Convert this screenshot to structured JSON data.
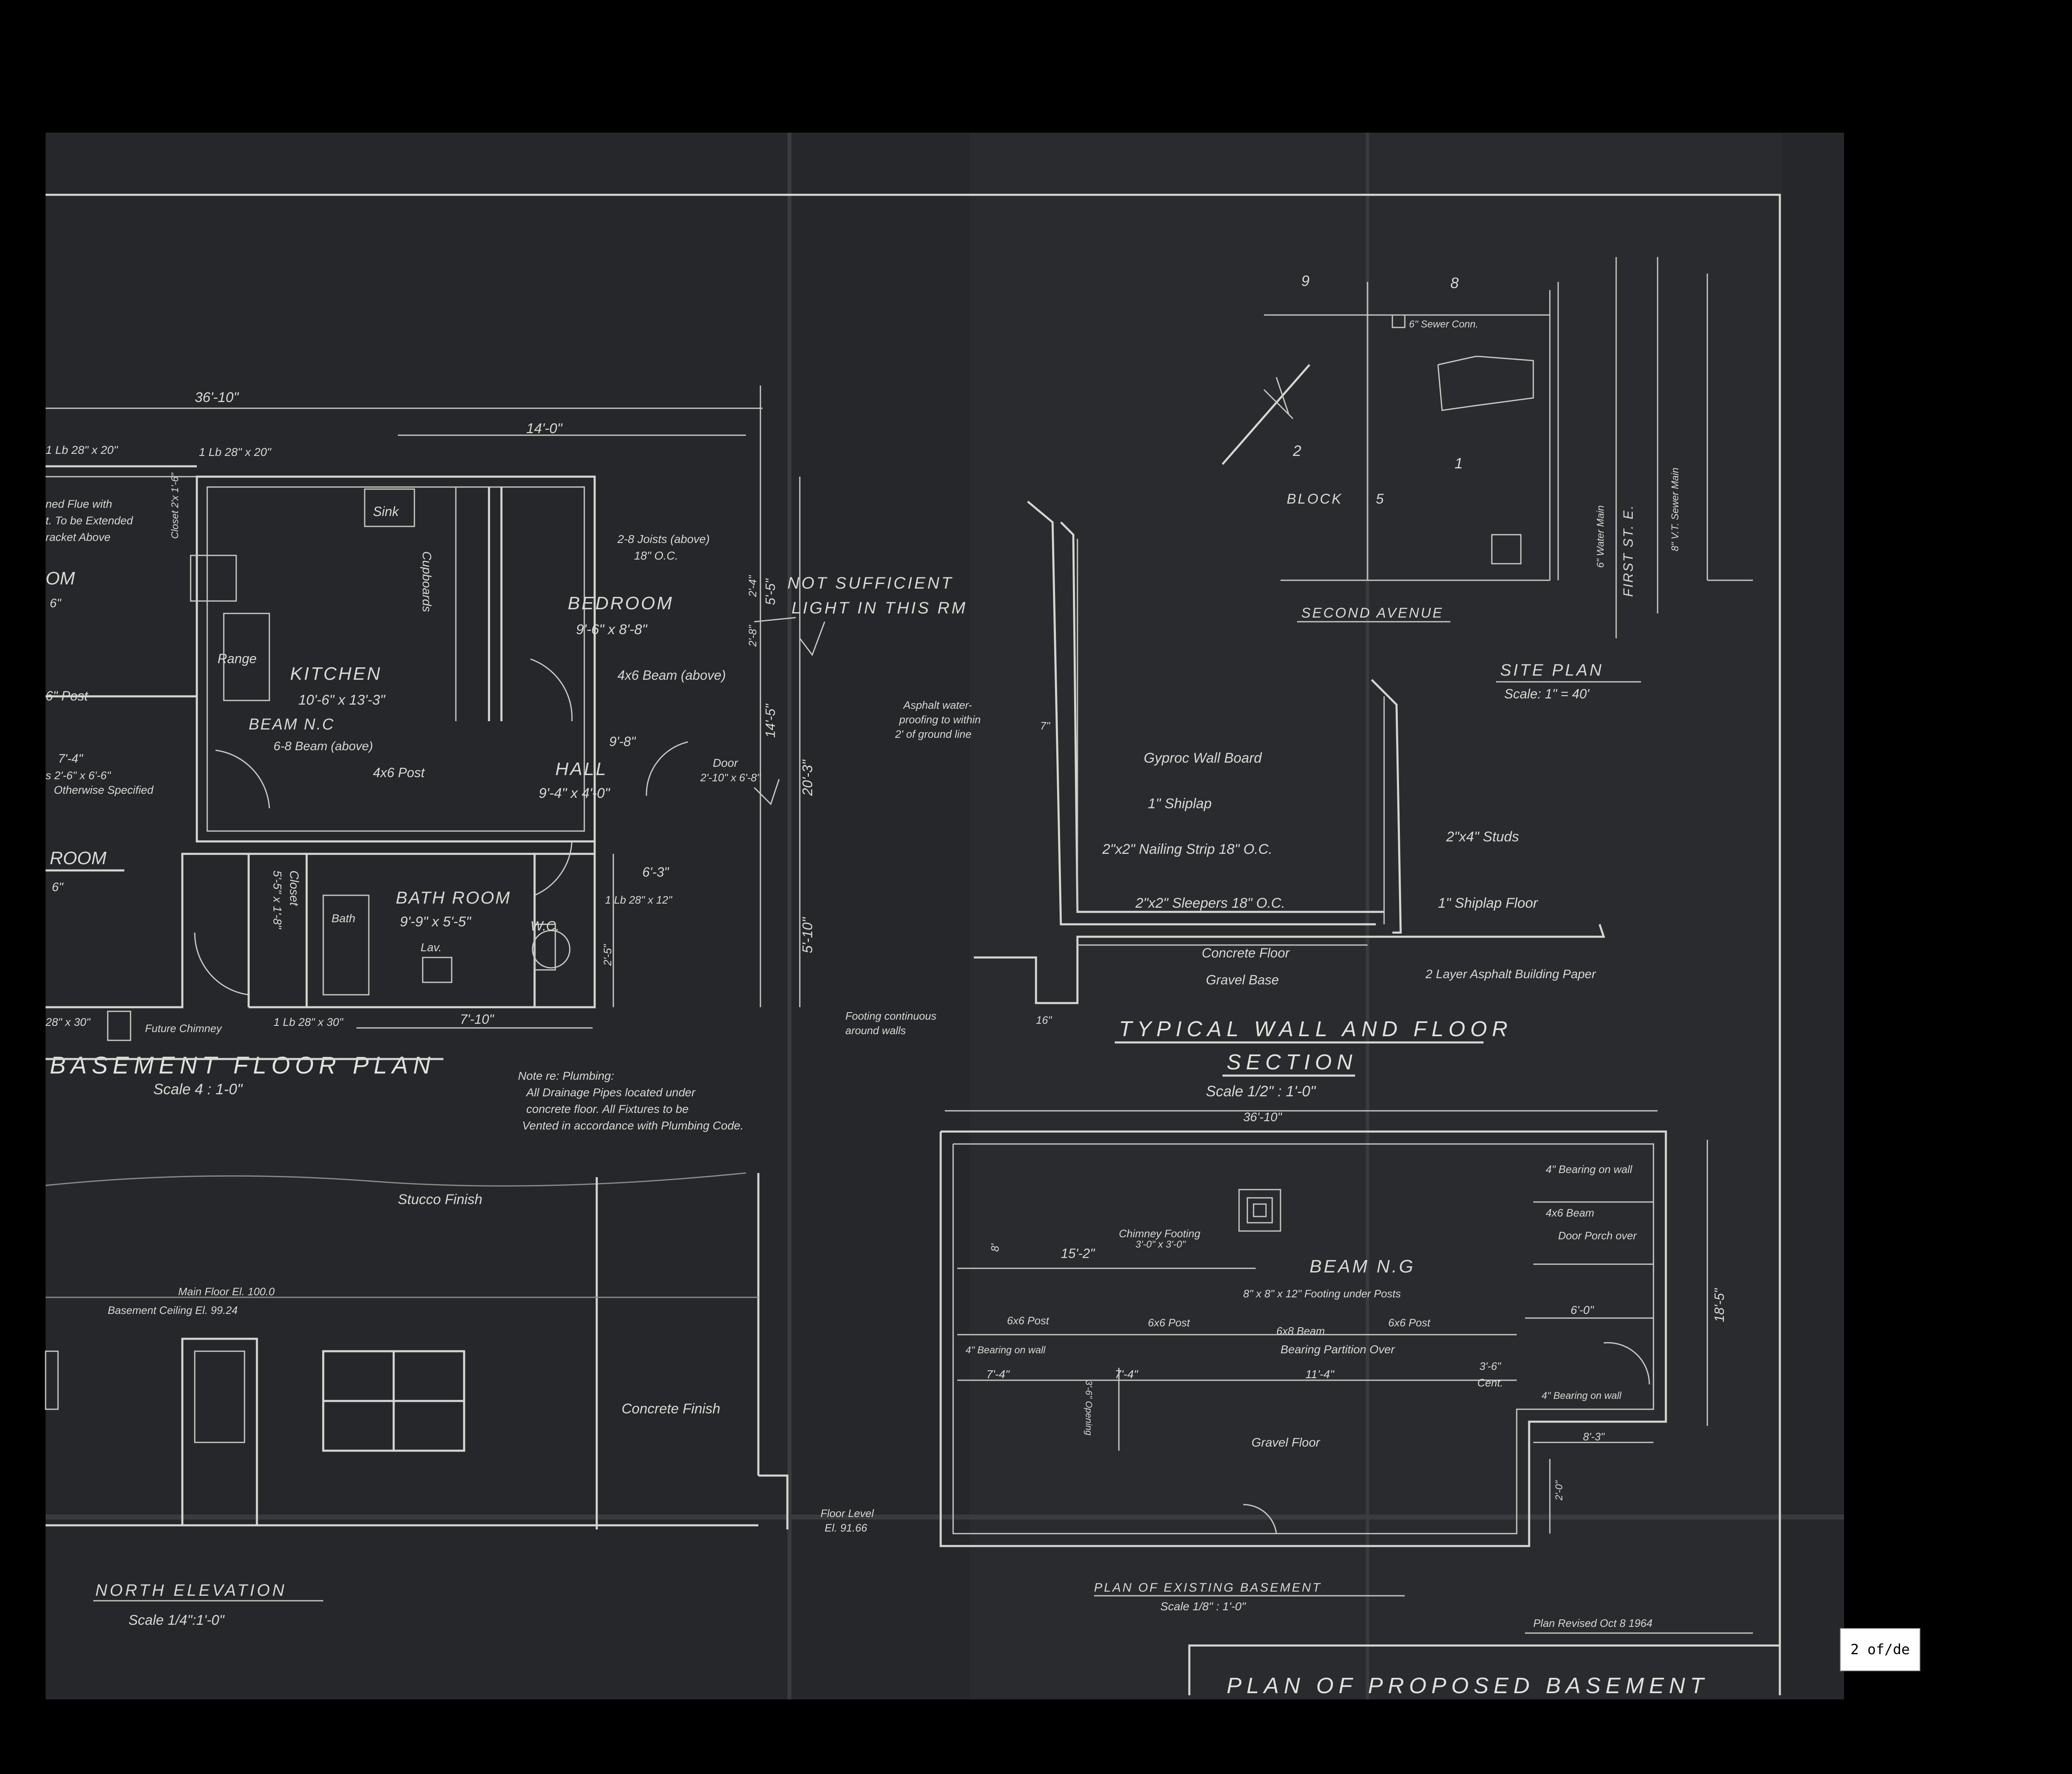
{
  "colors": {
    "paper": "#26272a",
    "ink": "#d9d9d4",
    "faint": "#8d8d8a",
    "background": "#000000"
  },
  "basement_plan": {
    "title": "BASEMENT FLOOR PLAN",
    "scale": "Scale 4 : 1-0\"",
    "dim_overall": "36'-10\"",
    "dim_14": "14'-0\"",
    "lb_window_top_left": "1 Lb 28\" x 20\"",
    "lb_window_top": "1 Lb 28\" x 20\"",
    "flue_note_1": "ned Flue with",
    "flue_note_2": "t. To be Extended",
    "flue_note_3": "racket Above",
    "room_partial_1": "OM",
    "room_partial_1_dim": "6\"",
    "post_partial": "6\" Post",
    "partial_dim_74": "7'-4\"",
    "partial_doors": "s 2'-6\" x 6'-6\"",
    "otherwise": "Otherwise Specified",
    "room_partial_2": "ROOM",
    "room_partial_2_dim": "6\"",
    "closet_top": "Closet 2'x 1'-6\"",
    "sink": "Sink",
    "cupboards": "Cupboards",
    "range": "Range",
    "kitchen": "KITCHEN",
    "kitchen_dim": "10'-6\" x 13'-3\"",
    "beam_nc": "BEAM N.C",
    "beam_68": "6-8 Beam (above)",
    "post_46": "4x6 Post",
    "joists": "2-8 Joists (above)",
    "joists_oc": "18\" O.C.",
    "bedroom": "BEDROOM",
    "bedroom_dim": "9'-6\" x 8'-8\"",
    "beam_46": "4x6 Beam (above)",
    "hall": "HALL",
    "hall_dim": "9'-4\" x 4'-0\"",
    "dim_98": "9'-8\"",
    "door": "Door",
    "door_dim": "2'-10\" x 6'-8\"",
    "closet": "Closet",
    "closet_dim": "5'-5\" x 1'-8\"",
    "bath": "Bath",
    "bathroom": "BATH ROOM",
    "bathroom_dim": "9'-9\" x 5'-5\"",
    "wc": "W.C.",
    "lav": "Lav.",
    "dim_63": "6'-3\"",
    "lb_window_right": "1 Lb 28\" x 12\"",
    "lb_window_bottom": "1 Lb 28\" x 30\"",
    "lb_window_bottom_left": "28\" x 30\"",
    "future_chimney": "Future Chimney",
    "dim_710": "7'-10\"",
    "dim_145": "14'-5\"",
    "dim_203": "20'-3\"",
    "dim_510": "5'-10\"",
    "dim_55": "5'-5\"",
    "dim_28": "2'-8\"",
    "dim_25": "2'-5\"",
    "dim_24": "2'-4\"",
    "plumbing_note_1": "Note re: Plumbing:",
    "plumbing_note_2": "All Drainage Pipes located under",
    "plumbing_note_3": "concrete floor. All Fixtures to be",
    "plumbing_note_4": "Vented in accordance with Plumbing Code.",
    "inspector_note_1": "NOT SUFFICIENT",
    "inspector_note_2": "LIGHT IN THIS RM"
  },
  "wall_section": {
    "title_1": "TYPICAL WALL AND FLOOR",
    "title_2": "SECTION",
    "scale": "Scale 1/2\" : 1'-0\"",
    "gyproc": "Gyproc Wall Board",
    "shiplap": "1\" Shiplap",
    "nailing": "2\"x2\" Nailing Strip 18\" O.C.",
    "sleepers": "2\"x2\" Sleepers 18\" O.C.",
    "concrete_floor": "Concrete Floor",
    "gravel_base": "Gravel Base",
    "studs": "2\"x4\" Studs",
    "shiplap_floor": "1\" Shiplap Floor",
    "building_paper": "2 Layer Asphalt Building Paper",
    "asphalt_note_1": "Asphalt water-",
    "asphalt_note_2": "proofing to within",
    "asphalt_note_3": "2' of ground line",
    "footing_note_1": "Footing continuous",
    "footing_note_2": "around walls",
    "dim_7": "7\"",
    "dim_16": "16\""
  },
  "site_plan": {
    "title": "SITE PLAN",
    "scale": "Scale: 1\" = 40'",
    "lot_9": "9",
    "lot_8": "8",
    "lot_2": "2",
    "lot_1": "1",
    "block": "BLOCK",
    "block_no": "5",
    "sewer": "6\" Sewer Conn.",
    "second_avenue": "SECOND AVENUE",
    "first_street": "FIRST ST. E.",
    "water_main": "6\" Water Main",
    "sewer_main": "8\" V.T. Sewer Main"
  },
  "existing_plan": {
    "title": "PLAN OF EXISTING BASEMENT",
    "scale": "Scale 1/8\" : 1'-0\"",
    "dim_top": "36'-10\"",
    "dim_right": "18'-5\"",
    "chimney": "Chimney Footing",
    "chimney_2": "3'-0\" x 3'-0\"",
    "dim_152": "15'-2\"",
    "beam_nc": "BEAM N.G",
    "bearing_wall_top": "4\" Bearing on wall",
    "beam_46": "4x6 Beam",
    "door_porch": "Door Porch over",
    "footing_posts": "8\" x 8\" x 12\" Footing under Posts",
    "post_1": "6x6 Post",
    "post_2": "6x6 Post",
    "post_3": "6x6 Post",
    "beam_68": "6x8 Beam",
    "bearing_wall_left": "4\" Bearing on wall",
    "dim_74a": "7'-4\"",
    "dim_74b": "7'-4\"",
    "dim_114": "11'-4\"",
    "bearing_partition": "Bearing Partition Over",
    "dim_36": "3'-6\"",
    "cent": "Cent.",
    "dim_60": "6'-0\"",
    "bearing_wall_right": "4\" Bearing on wall",
    "dim_83": "8'-3\"",
    "gravel_floor": "Gravel Floor",
    "dim_left_small": "8'",
    "dim_vertical": "3'-6\" Opening",
    "dim_small": "2'-0\""
  },
  "elevation": {
    "title": "NORTH ELEVATION",
    "scale": "Scale 1/4\":1'-0\"",
    "stucco": "Stucco Finish",
    "main_floor": "Main Floor El. 100.0",
    "basement_ceiling": "Basement Ceiling El. 99.24",
    "concrete_finish": "Concrete Finish",
    "floor_level": "Floor Level",
    "floor_el": "El. 91.66"
  },
  "title_block": {
    "title": "PLAN OF PROPOSED BASEMENT",
    "revised": "Plan Revised Oct 8 1964"
  },
  "page_badge": "2 of/de"
}
